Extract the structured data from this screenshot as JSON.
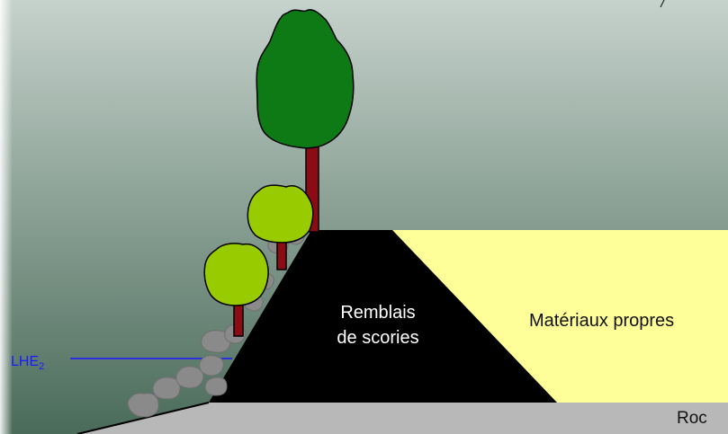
{
  "labels": {
    "slag_fill_line1": "Remblais",
    "slag_fill_line2": "de scories",
    "clean_materials": "Matériaux propres",
    "bedrock": "Roc",
    "water_level": "LHE",
    "water_level_subscript": "2"
  },
  "colors": {
    "sky_top": "#c6d2cc",
    "sky_bottom": "#4a6b5a",
    "slag_fill": "#000000",
    "clean_materials": "#ffff99",
    "bedrock": "#b8b8b8",
    "water_level_line": "#1a1aff",
    "tree_large_foliage": "#0e7a16",
    "tree_small_foliage": "#99cc00",
    "trunk": "#8b0c14",
    "rocks": "#8a8a8a"
  }
}
